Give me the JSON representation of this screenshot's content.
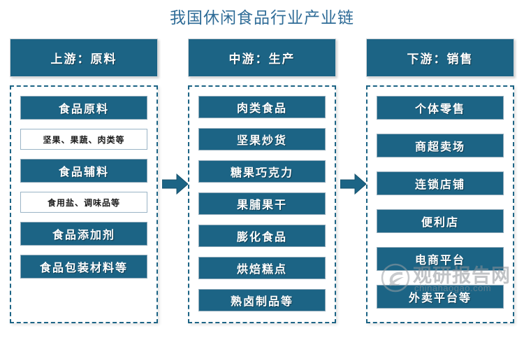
{
  "title": "我国休闲食品行业产业链",
  "theme": {
    "accent": "#1c6485",
    "title_color": "#2f6c97",
    "panel_border": "#1c6485",
    "plain_border": "#9ab4c6",
    "background": "#ffffff"
  },
  "columns": [
    {
      "key": "upstream",
      "header": "上游：原料",
      "items": [
        {
          "label": "食品原料",
          "style": "filled"
        },
        {
          "label": "坚果、果蔬、肉类等",
          "style": "plain"
        },
        {
          "label": "食品辅料",
          "style": "filled"
        },
        {
          "label": "食用盐、调味品等",
          "style": "plain"
        },
        {
          "label": "食品添加剂",
          "style": "filled"
        },
        {
          "label": "食品包装材料等",
          "style": "filled"
        }
      ]
    },
    {
      "key": "midstream",
      "header": "中游：生产",
      "items": [
        {
          "label": "肉类食品",
          "style": "filled"
        },
        {
          "label": "坚果炒货",
          "style": "filled"
        },
        {
          "label": "糖果巧克力",
          "style": "filled"
        },
        {
          "label": "果脯果干",
          "style": "filled"
        },
        {
          "label": "膨化食品",
          "style": "filled"
        },
        {
          "label": "烘焙糕点",
          "style": "filled"
        },
        {
          "label": "熟卤制品等",
          "style": "filled"
        }
      ]
    },
    {
      "key": "downstream",
      "header": "下游：销售",
      "items": [
        {
          "label": "个体零售",
          "style": "filled"
        },
        {
          "label": "商超卖场",
          "style": "filled"
        },
        {
          "label": "连锁店铺",
          "style": "filled"
        },
        {
          "label": "便利店",
          "style": "filled"
        },
        {
          "label": "电商平台",
          "style": "filled"
        },
        {
          "label": "外卖平台等",
          "style": "filled"
        }
      ]
    }
  ],
  "arrows": [
    {
      "name": "arrow-upstream-to-midstream",
      "direction": "right"
    },
    {
      "name": "arrow-midstream-to-downstream",
      "direction": "right"
    }
  ],
  "watermark": {
    "text": "观研报告网",
    "url": "chinahaogao.com"
  }
}
